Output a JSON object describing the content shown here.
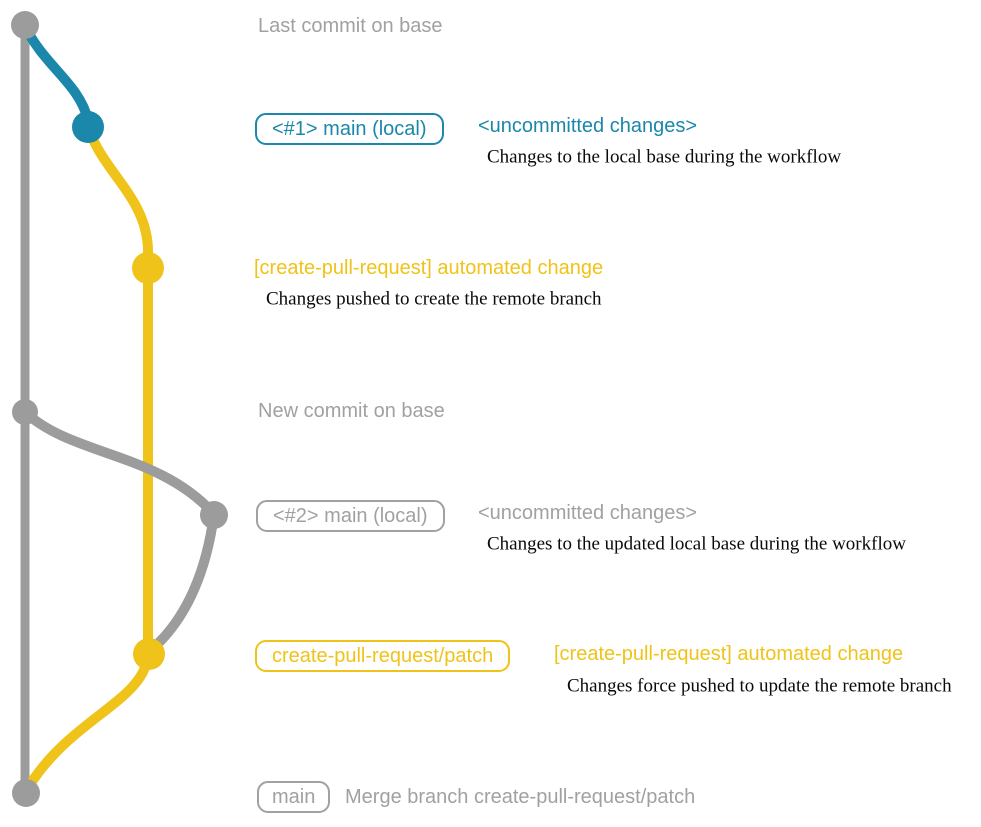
{
  "colors": {
    "gray": "#9c9c9c",
    "blue": "#1b87aa",
    "yellow": "#efc319",
    "text_gray": "#a1a1a1",
    "ink": "#0a0a0a",
    "bg": "#ffffff"
  },
  "annotations": {
    "last_commit_title": "Last commit on base",
    "row_main1": {
      "tag": "<#1> main (local)",
      "heading": "<uncommitted changes>",
      "desc": "Changes to the local base during the workflow"
    },
    "row_auto1": {
      "heading": "[create-pull-request] automated change",
      "desc": "Changes pushed to create the remote branch"
    },
    "new_commit_title": "New commit on base",
    "row_main2": {
      "tag": "<#2> main (local)",
      "heading": "<uncommitted changes>",
      "desc": "Changes to the updated local base during the workflow"
    },
    "row_auto2": {
      "tag": "create-pull-request/patch",
      "heading": "[create-pull-request] automated change",
      "desc": "Changes force pushed to update the remote branch"
    },
    "row_merge": {
      "tag": "main",
      "message": "Merge branch create-pull-request/patch"
    }
  },
  "graph": {
    "branches": [
      {
        "name": "base",
        "color_key": "gray"
      },
      {
        "name": "main (local)",
        "color_key": "blue"
      },
      {
        "name": "create-pull-request/patch",
        "color_key": "yellow"
      }
    ],
    "commits": [
      {
        "order": 1,
        "branch": "base",
        "label": "Last commit on base"
      },
      {
        "order": 2,
        "branch": "main (local)",
        "label": "<#1> main (local) <uncommitted changes>"
      },
      {
        "order": 3,
        "branch": "create-pull-request/patch",
        "label": "[create-pull-request] automated change"
      },
      {
        "order": 4,
        "branch": "base",
        "label": "New commit on base"
      },
      {
        "order": 5,
        "branch": "main (local)",
        "label": "<#2> main (local) <uncommitted changes>"
      },
      {
        "order": 6,
        "branch": "create-pull-request/patch",
        "label": "[create-pull-request] automated change"
      },
      {
        "order": 7,
        "branch": "base",
        "label": "Merge branch create-pull-request/patch"
      }
    ]
  }
}
